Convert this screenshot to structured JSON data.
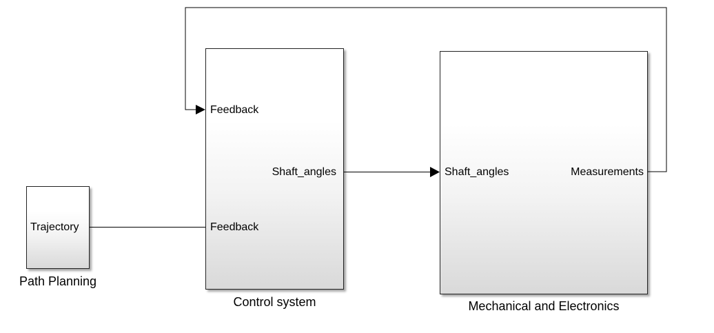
{
  "diagram": {
    "type": "simulink-block-diagram",
    "blocks": [
      {
        "id": "path_planning",
        "name": "Path Planning",
        "outports": [
          "Trajectory"
        ],
        "inports": []
      },
      {
        "id": "control_system",
        "name": "Control system",
        "inports": [
          "Feedback",
          "Feedback"
        ],
        "outports": [
          "Shaft_angles"
        ]
      },
      {
        "id": "mech",
        "name": "Mechanical and Electronics",
        "inports": [
          "Shaft_angles"
        ],
        "outports": [
          "Measurements"
        ]
      }
    ],
    "connections": [
      {
        "from": "Path Planning.Trajectory",
        "to": "Control system.Feedback (2)"
      },
      {
        "from": "Control system.Shaft_angles",
        "to": "Mechanical and Electronics.Shaft_angles"
      },
      {
        "from": "Mechanical and Electronics.Measurements",
        "to": "Control system.Feedback (1)"
      }
    ]
  },
  "labels": {
    "path_planning": "Path Planning",
    "trajectory": "Trajectory",
    "control_system": "Control system",
    "feedback_top": "Feedback",
    "feedback_bottom": "Feedback",
    "shaft_angles_out": "Shaft_angles",
    "mech": "Mechanical and Electronics",
    "shaft_angles_in": "Shaft_angles",
    "measurements": "Measurements"
  }
}
